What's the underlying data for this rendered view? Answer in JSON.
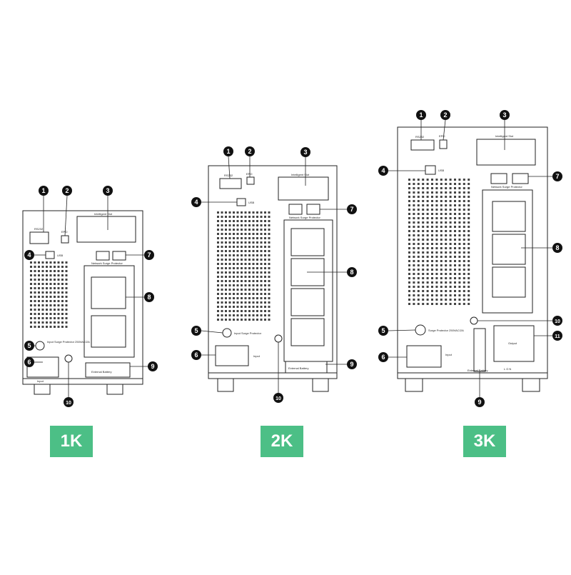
{
  "colors": {
    "badge": "#4cbf86",
    "line": "#222222",
    "marker": "#111111"
  },
  "models": [
    {
      "label": "1K",
      "unit_text": {
        "rs232": "RS232",
        "epo": "EPO",
        "intelligent_slot": "Intelligent Slot",
        "usb": "USB",
        "network_surge": "Network Surge Protector",
        "input_surge": "Input Surge Protector 250VAC/2A",
        "input": "Input",
        "external_battery": "External Battery"
      },
      "callouts": [
        "1",
        "2",
        "3",
        "4",
        "5",
        "6",
        "7",
        "8",
        "9",
        "10"
      ]
    },
    {
      "label": "2K",
      "unit_text": {
        "rs232": "RS232",
        "epo": "EPO",
        "intelligent_slot": "Intelligent Slot",
        "usb": "USB",
        "network_surge": "Network Surge Protector",
        "input_surge": "Input Surge Protector",
        "input": "Input",
        "external_battery": "External Battery"
      },
      "callouts": [
        "1",
        "2",
        "3",
        "4",
        "5",
        "6",
        "7",
        "8",
        "9",
        "10"
      ]
    },
    {
      "label": "3K",
      "unit_text": {
        "rs232": "RS232",
        "epo": "EPO",
        "intelligent_slot": "Intelligent Slot",
        "usb": "USB",
        "network_surge": "Network Surge Protector",
        "input_surge": "Surge Protector 250VAC/2A",
        "input": "Input",
        "external_battery": "External Battery",
        "output": "Output",
        "terminal": "L  G  N"
      },
      "callouts": [
        "1",
        "2",
        "3",
        "4",
        "5",
        "6",
        "7",
        "8",
        "9",
        "10",
        "11"
      ]
    }
  ]
}
